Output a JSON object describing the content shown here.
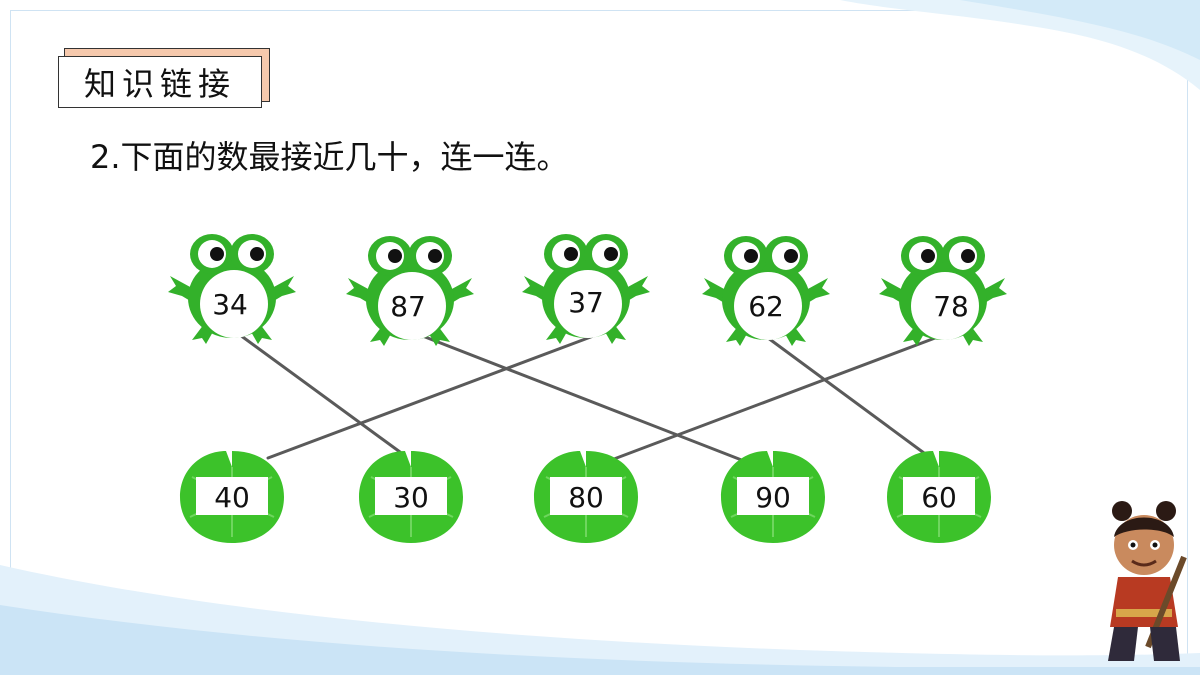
{
  "section_title": "知识链接",
  "question": "2.下面的数最接近几十，连一连。",
  "frogs": [
    "34",
    "87",
    "37",
    "62",
    "78"
  ],
  "leaves": [
    "40",
    "30",
    "80",
    "90",
    "60"
  ],
  "colors": {
    "frog_green": "#33b12a",
    "leaf_green": "#3cc22a",
    "line": "#5a5a5a",
    "badge_back": "#f6c9ad",
    "wave_blue": "#cfe6f7"
  }
}
